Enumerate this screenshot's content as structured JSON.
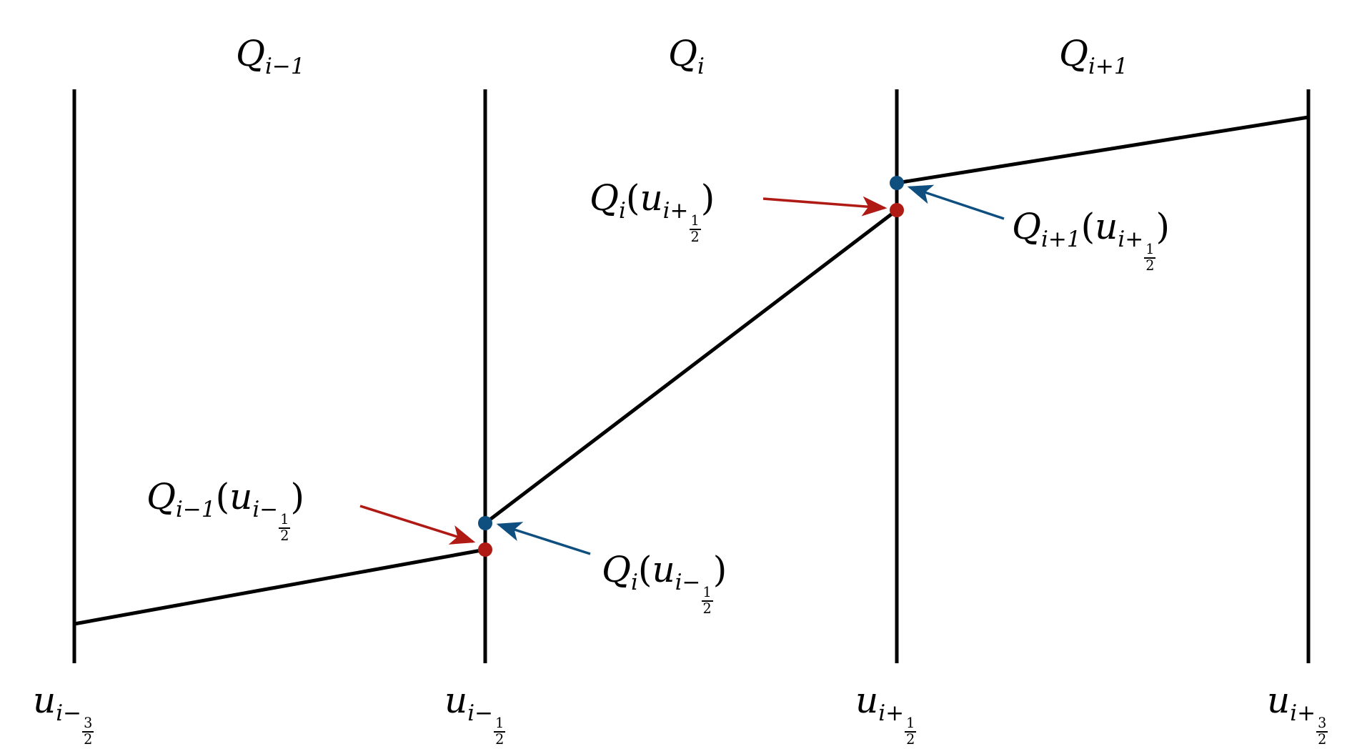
{
  "diagram": {
    "cell_labels": [
      {
        "symbol": "Q",
        "sub": "i−1"
      },
      {
        "symbol": "Q",
        "sub": "i"
      },
      {
        "symbol": "Q",
        "sub": "i+1"
      }
    ],
    "interface_labels": [
      {
        "symbol": "u",
        "sub": "i−",
        "num": "3",
        "den": "2"
      },
      {
        "symbol": "u",
        "sub": "i−",
        "num": "1",
        "den": "2"
      },
      {
        "symbol": "u",
        "sub": "i+",
        "num": "1",
        "den": "2"
      },
      {
        "symbol": "u",
        "sub": "i+",
        "num": "3",
        "den": "2"
      }
    ],
    "annotations": {
      "left_state_at_i_plus_half": {
        "Q": "Q",
        "q_sub": "i",
        "u": "u",
        "u_sub": "i+",
        "num": "1",
        "den": "2",
        "open": "(",
        "close": ")"
      },
      "right_state_at_i_plus_half": {
        "Q": "Q",
        "q_sub": "i+1",
        "u": "u",
        "u_sub": "i+",
        "num": "1",
        "den": "2",
        "open": "(",
        "close": ")"
      },
      "left_state_at_i_minus_half": {
        "Q": "Q",
        "q_sub": "i−1",
        "u": "u",
        "u_sub": "i−",
        "num": "1",
        "den": "2",
        "open": "(",
        "close": ")"
      },
      "right_state_at_i_minus_half": {
        "Q": "Q",
        "q_sub": "i",
        "u": "u",
        "u_sub": "i−",
        "num": "1",
        "den": "2",
        "open": "(",
        "close": ")"
      }
    },
    "colors": {
      "line": "#000000",
      "left_state": "#b01a15",
      "right_state": "#0e4f7f"
    }
  }
}
